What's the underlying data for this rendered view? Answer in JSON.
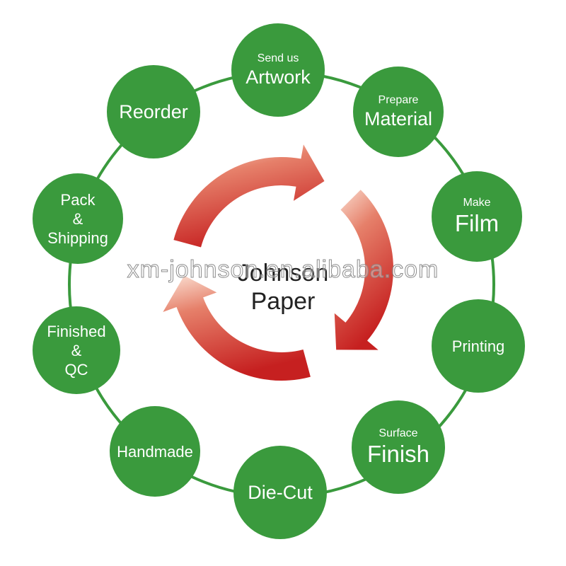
{
  "colors": {
    "node_fill": "#3a9a3d",
    "ring": "#3a9a3d",
    "arrow_dark": "#c62020",
    "arrow_light": "#fbe3d6"
  },
  "steps": [
    {
      "lines": [
        "Send us",
        "Artwork"
      ]
    },
    {
      "lines": [
        "Prepare",
        "Material"
      ]
    },
    {
      "lines": [
        "Make",
        "Film"
      ]
    },
    {
      "lines": [
        "Printing"
      ]
    },
    {
      "lines": [
        "Surface",
        "Finish"
      ]
    },
    {
      "lines": [
        "Die-Cut"
      ]
    },
    {
      "lines": [
        "Handmade"
      ]
    },
    {
      "lines": [
        "Finished",
        "&",
        "QC"
      ]
    },
    {
      "lines": [
        "Pack",
        "&",
        "Shipping"
      ]
    },
    {
      "lines": [
        "Reorder"
      ]
    }
  ],
  "center": {
    "line1": "Johnson",
    "line2": "Paper"
  },
  "watermark": "xm-johnson.en.alibaba.com",
  "icons": {
    "cycle": "cycle-arrows-icon"
  }
}
